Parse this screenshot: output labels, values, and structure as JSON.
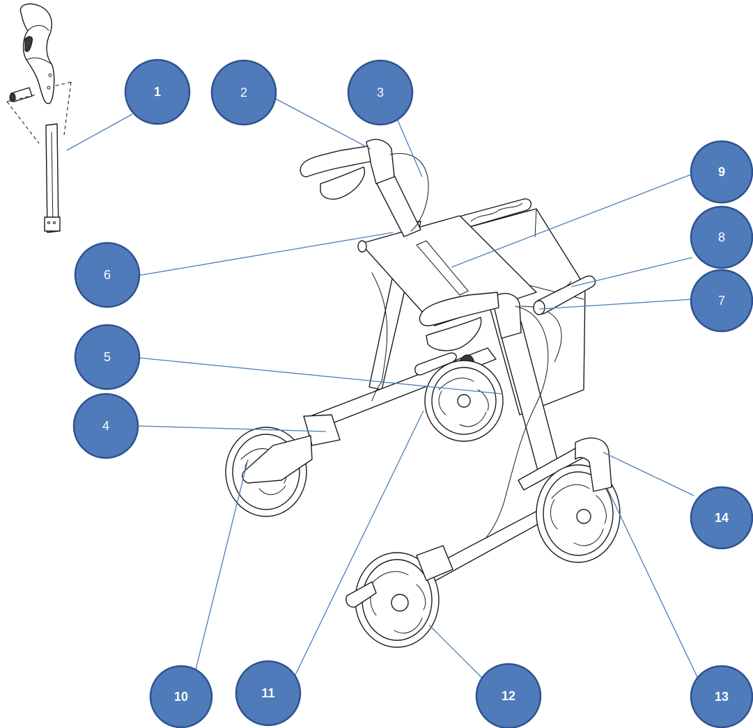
{
  "callouts": [
    {
      "id": "1",
      "label": "1",
      "bold": true
    },
    {
      "id": "2",
      "label": "2",
      "bold": false
    },
    {
      "id": "3",
      "label": "3",
      "bold": false
    },
    {
      "id": "4",
      "label": "4",
      "bold": false
    },
    {
      "id": "5",
      "label": "5",
      "bold": false
    },
    {
      "id": "6",
      "label": "6",
      "bold": false
    },
    {
      "id": "7",
      "label": "7",
      "bold": false
    },
    {
      "id": "8",
      "label": "8",
      "bold": false
    },
    {
      "id": "9",
      "label": "9",
      "bold": true
    },
    {
      "id": "10",
      "label": "10",
      "bold": true
    },
    {
      "id": "11",
      "label": "11",
      "bold": true
    },
    {
      "id": "12",
      "label": "12",
      "bold": true
    },
    {
      "id": "13",
      "label": "13",
      "bold": true
    },
    {
      "id": "14",
      "label": "14",
      "bold": true
    }
  ],
  "colors": {
    "callout_fill": "#4f7bbb",
    "callout_stroke": "#2f528f",
    "leader_line": "#4f7bbb",
    "drawing_ink": "#1a1a1a"
  }
}
